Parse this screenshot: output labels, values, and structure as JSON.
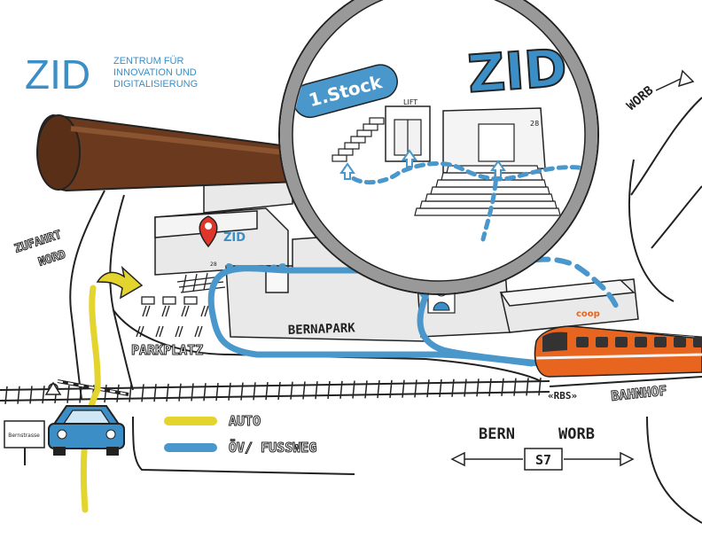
{
  "logo": {
    "mark": "ZID",
    "line1": "ZENTRUM FÜR",
    "line2": "INNOVATION UND",
    "line3": "DIGITALISIERUNG"
  },
  "magnifier": {
    "floor_label": "1.Stock",
    "big_title": "ZID",
    "lift_label": "LIFT",
    "door_number": "28"
  },
  "building": {
    "zid_label": "ZID",
    "entrance_number": "28",
    "bernapark_label": "BERNAPARK",
    "coop_label": "coop"
  },
  "labels": {
    "zufahrt_line1": "ZUFAHRT",
    "zufahrt_line2": "NORD",
    "parkplatz": "PARKPLATZ",
    "worb_top": "WORB",
    "rbs": "«RBS»",
    "bahnhof": "BAHNHOF",
    "bern": "BERN",
    "worb_bottom": "WORB",
    "s7": "S7",
    "street_sign": "Bernstrasse"
  },
  "legend": {
    "auto": "AUTO",
    "oev": "ÖV/ FUSSWEG"
  },
  "colors": {
    "zid_blue": "#3b8fc6",
    "path_blue": "#4a97cc",
    "car_yellow": "#e4d42e",
    "train_orange": "#e8651f",
    "pin_red": "#e0352b",
    "building_gray": "#e9e9e9",
    "handle_brown": "#6b3a1e"
  }
}
